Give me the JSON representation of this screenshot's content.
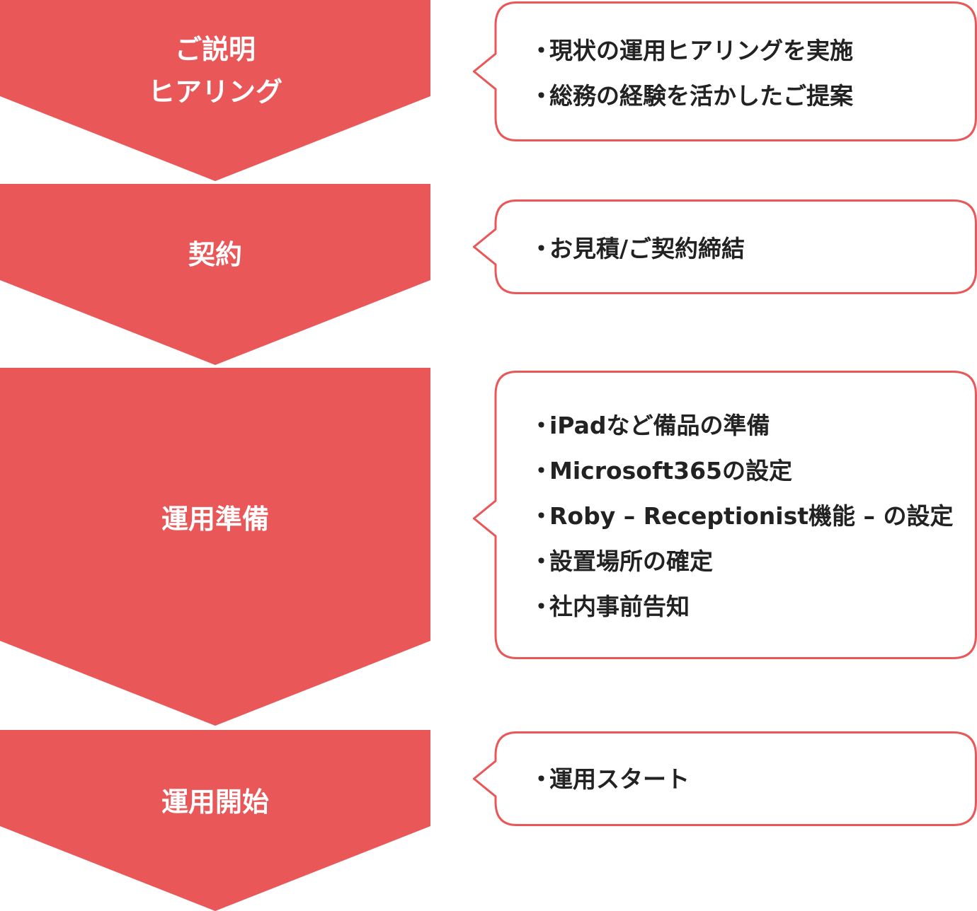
{
  "colors": {
    "step_fill": "#E95758",
    "bubble_border": "#E95758",
    "bubble_fill": "#FFFFFF",
    "text_dark": "#222222",
    "text_light": "#FFFFFF"
  },
  "bullet_glyph": "・",
  "steps": [
    {
      "label_lines": [
        "ご説明",
        "ヒアリング"
      ],
      "details": [
        "現状の運用ヒアリングを実施",
        "総務の経験を活かしたご提案"
      ]
    },
    {
      "label_lines": [
        "契約"
      ],
      "details": [
        "お見積/ご契約締結"
      ]
    },
    {
      "label_lines": [
        "運用準備"
      ],
      "details": [
        "iPadなど備品の準備",
        "Microsoft365の設定",
        "Roby – Receptionist機能 – の設定",
        "設置場所の確定",
        "社内事前告知"
      ]
    },
    {
      "label_lines": [
        "運用開始"
      ],
      "details": [
        "運用スタート"
      ]
    }
  ]
}
